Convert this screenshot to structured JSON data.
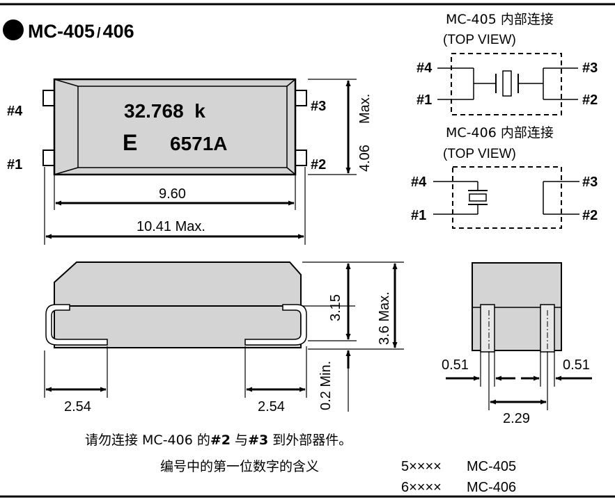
{
  "title": {
    "main": "MC-405",
    "sep": "/",
    "alt": "406"
  },
  "top_view": {
    "marking_line1": "32.768  k",
    "marking_line2_a": "E",
    "marking_line2_b": "6571A",
    "pins": {
      "p4": "#4",
      "p3": "#3",
      "p1": "#1",
      "p2": "#2"
    },
    "dim_height": "4.06",
    "dim_height_suffix": "Max.",
    "dim_body": "9.60",
    "dim_overall": "10.41 Max."
  },
  "mc405_diagram": {
    "title_line1": "MC-405 内部连接",
    "title_line2": "(TOP VIEW)",
    "pins": {
      "p4": "#4",
      "p3": "#3",
      "p1": "#1",
      "p2": "#2"
    }
  },
  "mc406_diagram": {
    "title_line1": "MC-406 内部连接",
    "title_line2": "(TOP VIEW)",
    "pins": {
      "p4": "#4",
      "p3": "#3",
      "p1": "#1",
      "p2": "#2"
    }
  },
  "side_view": {
    "dim_315": "3.15",
    "dim_36": "3.6 Max.",
    "dim_02": "0.2 Min.",
    "dim_pad_left": "2.54",
    "dim_pad_right": "2.54"
  },
  "end_view": {
    "dim_left": "0.51",
    "dim_right": "0.51",
    "dim_pitch": "2.29"
  },
  "notes": {
    "warning_pre": "请勿连接 MC-406 的",
    "warning_b1": "#2",
    "warning_mid": " 与",
    "warning_b2": "#3",
    "warning_post": " 到外部器件。",
    "meaning_label": "编号中的第一位数字的含义",
    "code1": "5××××",
    "model1": "MC-405",
    "code2": "6××××",
    "model2": "MC-406"
  },
  "colors": {
    "body_fill": "#d4d4d4",
    "line": "#000000"
  }
}
